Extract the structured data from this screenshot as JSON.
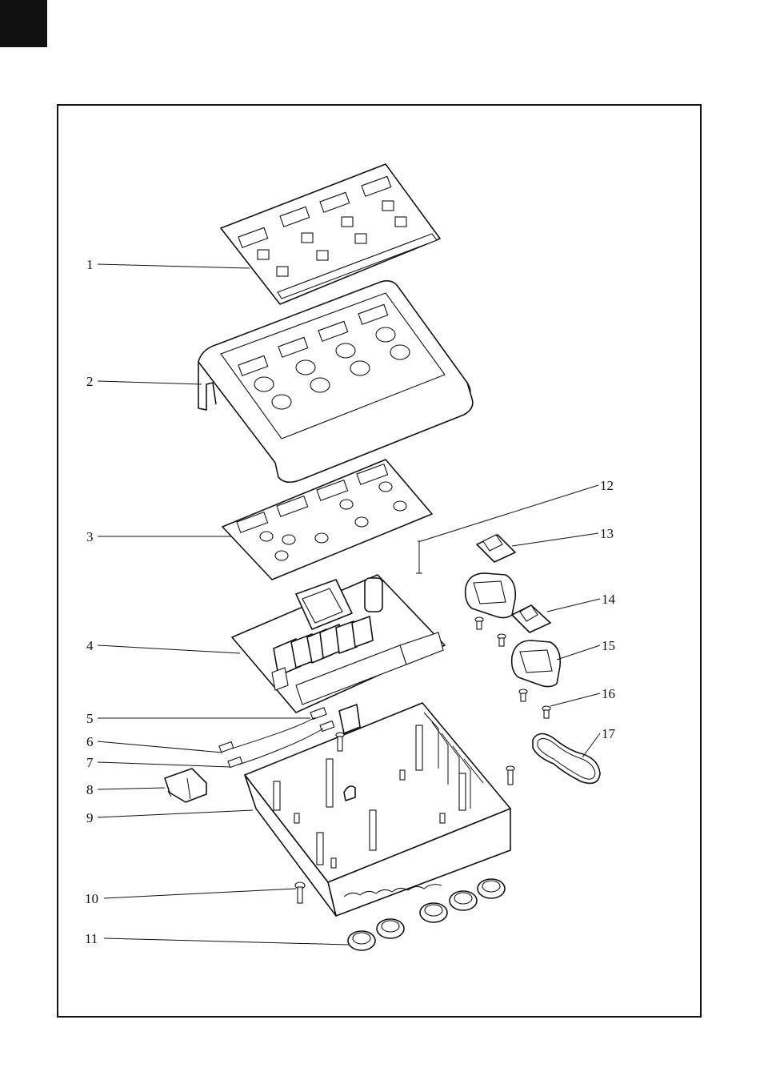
{
  "callouts": [
    {
      "id": "1"
    },
    {
      "id": "2"
    },
    {
      "id": "3"
    },
    {
      "id": "4"
    },
    {
      "id": "5"
    },
    {
      "id": "6"
    },
    {
      "id": "7"
    },
    {
      "id": "8"
    },
    {
      "id": "9"
    },
    {
      "id": "10"
    },
    {
      "id": "11"
    },
    {
      "id": "12"
    },
    {
      "id": "13"
    },
    {
      "id": "14"
    },
    {
      "id": "15"
    },
    {
      "id": "16"
    },
    {
      "id": "17"
    }
  ],
  "colors": {
    "ink": "#111111",
    "paper": "#ffffff"
  }
}
